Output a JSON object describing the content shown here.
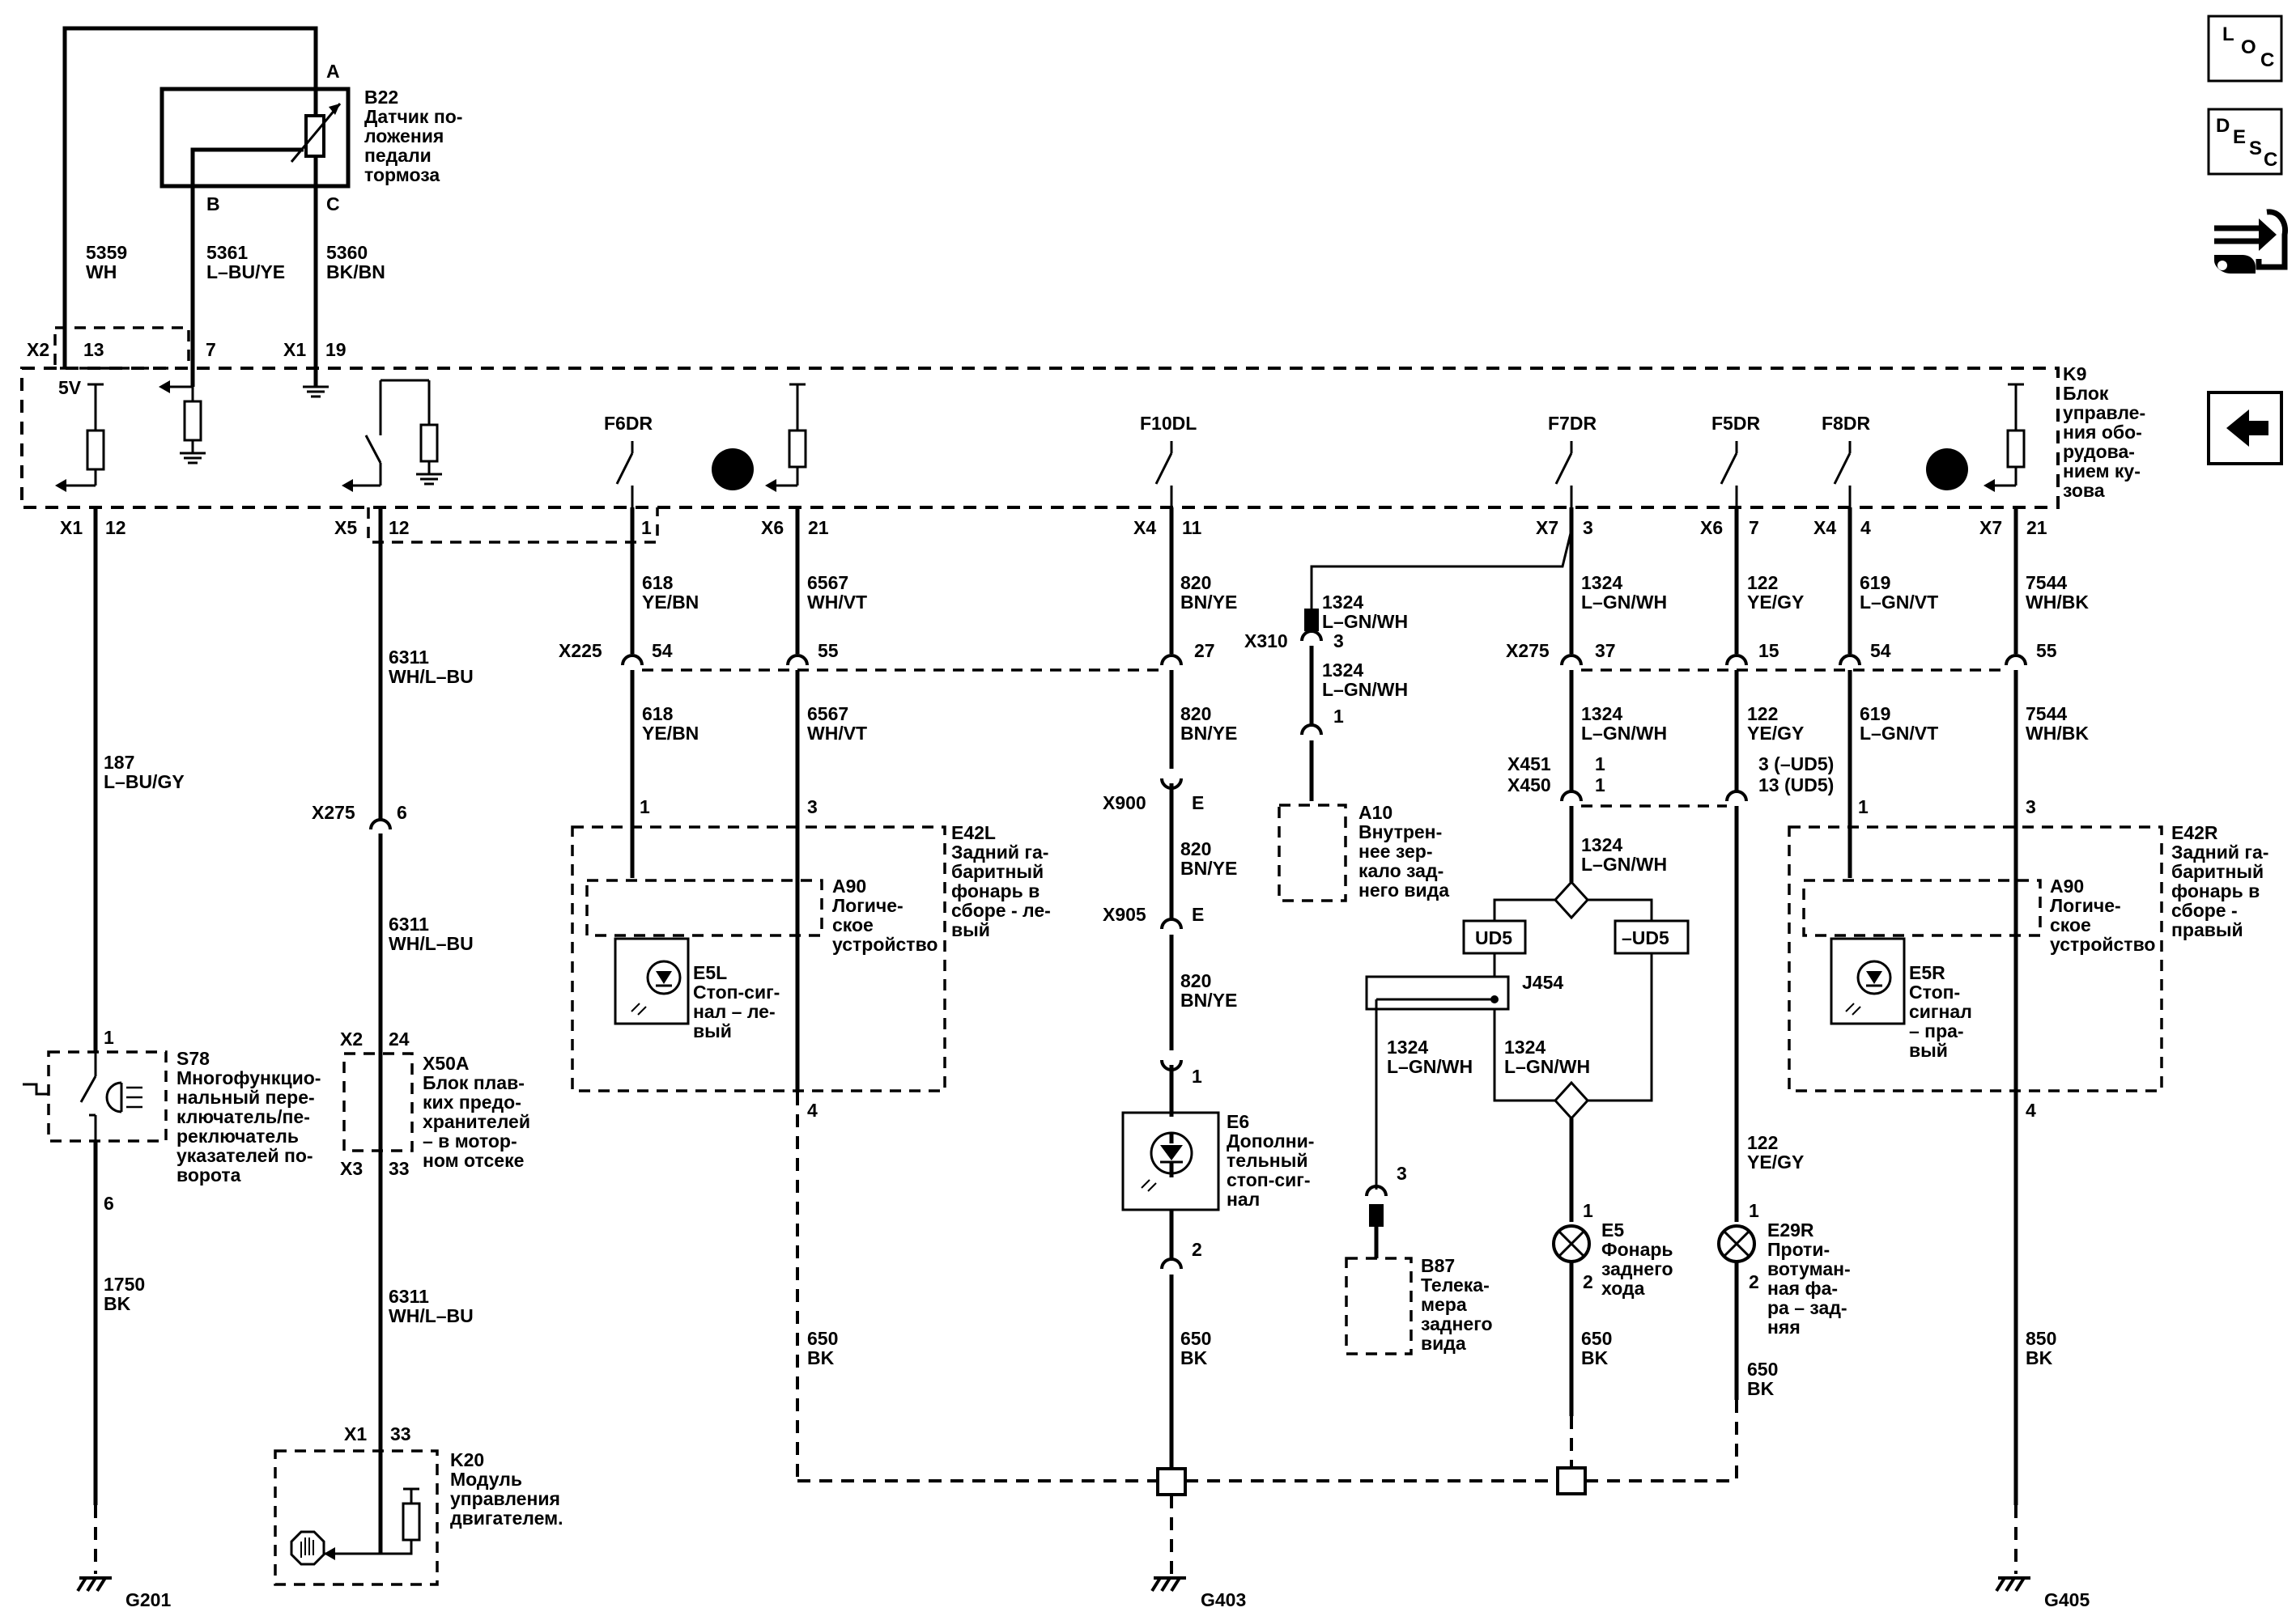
{
  "top_components": {
    "b22": {
      "id": "B22",
      "desc": [
        "Датчик по-",
        "ложения",
        "педали",
        "тормоза"
      ],
      "pins": [
        "A",
        "B",
        "C"
      ]
    }
  },
  "top_wires": [
    {
      "circuit": "5359",
      "color": "WH"
    },
    {
      "circuit": "5361",
      "color": "L–BU/YE"
    },
    {
      "circuit": "5360",
      "color": "BK/BN"
    }
  ],
  "k9": {
    "id": "K9",
    "desc": [
      "Блок",
      "управле-",
      "ния обо-",
      "рудова-",
      "нием ку-",
      "зова"
    ],
    "supply": "5V",
    "top_connectors": [
      {
        "conn": "X2",
        "pin": "13"
      },
      {
        "pin": "7"
      },
      {
        "conn": "X1",
        "pin": "19"
      }
    ],
    "fuses": [
      "F6DR",
      "F10DL",
      "F7DR",
      "F5DR",
      "F8DR"
    ],
    "bottom_connectors": [
      {
        "conn": "X1",
        "pin": "12"
      },
      {
        "conn": "X5",
        "pin": "12"
      },
      {
        "pin": "1"
      },
      {
        "conn": "X6",
        "pin": "21"
      },
      {
        "conn": "X4",
        "pin": "11"
      },
      {
        "conn": "X7",
        "pin": "3"
      },
      {
        "conn": "X6",
        "pin": "7"
      },
      {
        "conn": "X4",
        "pin": "4"
      },
      {
        "conn": "X7",
        "pin": "21"
      }
    ]
  },
  "wires": [
    {
      "circuit": "187",
      "color": "L–BU/GY"
    },
    {
      "circuit": "6311",
      "color": "WH/L–BU"
    },
    {
      "circuit": "618",
      "color": "YE/BN"
    },
    {
      "circuit": "6567",
      "color": "WH/VT"
    },
    {
      "circuit": "820",
      "color": "BN/YE"
    },
    {
      "circuit": "1324",
      "color": "L–GN/WH"
    },
    {
      "circuit": "122",
      "color": "YE/GY"
    },
    {
      "circuit": "619",
      "color": "L–GN/VT"
    },
    {
      "circuit": "7544",
      "color": "WH/BK"
    },
    {
      "circuit": "1750",
      "color": "BK"
    },
    {
      "circuit": "650",
      "color": "BK"
    },
    {
      "circuit": "850",
      "color": "BK"
    }
  ],
  "connectors": {
    "x225": {
      "id": "X225",
      "pins": [
        "54",
        "55"
      ]
    },
    "x275": {
      "id": "X275",
      "pins": [
        "6",
        "27",
        "37",
        "15",
        "54",
        "55"
      ]
    },
    "x310": {
      "id": "X310",
      "pins": [
        "3",
        "1"
      ]
    },
    "x451": {
      "id": "X451",
      "pin": "1"
    },
    "x450": {
      "id": "X450",
      "pin": "1"
    },
    "x900": {
      "id": "X900",
      "pin": "E"
    },
    "x905": {
      "id": "X905",
      "pin": "E"
    },
    "x50a_x2": {
      "id": "X2",
      "pin": "24"
    },
    "x50a_x3": {
      "id": "X3",
      "pin": "33"
    },
    "k20_x1": {
      "id": "X1",
      "pin": "33"
    }
  },
  "ud_pins": {
    "left": "3 (–UD5)",
    "right": "13 (UD5)"
  },
  "components": {
    "e42l": {
      "id": "E42L",
      "desc": [
        "Задний га-",
        "баритный",
        "фонарь в",
        "сборе - ле-",
        "вый"
      ],
      "pins": [
        "1",
        "3",
        "4"
      ]
    },
    "e42r": {
      "id": "E42R",
      "desc": [
        "Задний га-",
        "баритный",
        "фонарь в",
        "сборе -",
        "правый"
      ],
      "pins": [
        "1",
        "3",
        "4"
      ]
    },
    "a90": {
      "id": "A90",
      "desc": [
        "Логиче-",
        "ское",
        "устройство"
      ]
    },
    "e5l": {
      "id": "E5L",
      "desc": [
        "Стоп-сиг-",
        "нал – ле-",
        "вый"
      ]
    },
    "e5r": {
      "id": "E5R",
      "desc": [
        "Стоп-",
        "сигнал",
        "– пра-",
        "вый"
      ]
    },
    "s78": {
      "id": "S78",
      "desc": [
        "Многофункцио-",
        "нальный пере-",
        "ключатель/пе-",
        "реключатель",
        "указателей по-",
        "ворота"
      ],
      "pins": [
        "1",
        "6"
      ]
    },
    "x50a": {
      "id": "X50A",
      "desc": [
        "Блок плав-",
        "ких предо-",
        "хранителей",
        "– в мотор-",
        "ном отсеке"
      ]
    },
    "k20": {
      "id": "K20",
      "desc": [
        "Модуль",
        "управления",
        "двигателем."
      ]
    },
    "e6": {
      "id": "E6",
      "desc": [
        "Дополни-",
        "тельный",
        "стоп-сиг-",
        "нал"
      ],
      "pins": [
        "1",
        "2"
      ]
    },
    "a10": {
      "id": "A10",
      "desc": [
        "Внутрен-",
        "нее зер-",
        "кало зад-",
        "него вида"
      ]
    },
    "j454": {
      "id": "J454"
    },
    "ud5": {
      "id": "UD5"
    },
    "nud5": {
      "id": "–UD5"
    },
    "b87": {
      "id": "B87",
      "desc": [
        "Телека-",
        "мера",
        "заднего",
        "вида"
      ],
      "pins": [
        "3"
      ]
    },
    "e5": {
      "id": "E5",
      "desc": [
        "Фонарь",
        "заднего",
        "хода"
      ],
      "pins": [
        "1",
        "2"
      ]
    },
    "e29r": {
      "id": "E29R",
      "desc": [
        "Проти-",
        "вотуман-",
        "ная фа-",
        "ра – зад-",
        "няя"
      ],
      "pins": [
        "1",
        "2"
      ]
    }
  },
  "grounds": [
    "G201",
    "G403",
    "G405"
  ],
  "side_icons": {
    "loc": {
      "letters": [
        "L",
        "O",
        "C"
      ]
    },
    "desc": {
      "letters": [
        "D",
        "E",
        "S",
        "C"
      ]
    },
    "tool": {
      "icon": "wrench-plug-icon"
    },
    "back": {
      "icon": "back-arrow-icon"
    }
  }
}
